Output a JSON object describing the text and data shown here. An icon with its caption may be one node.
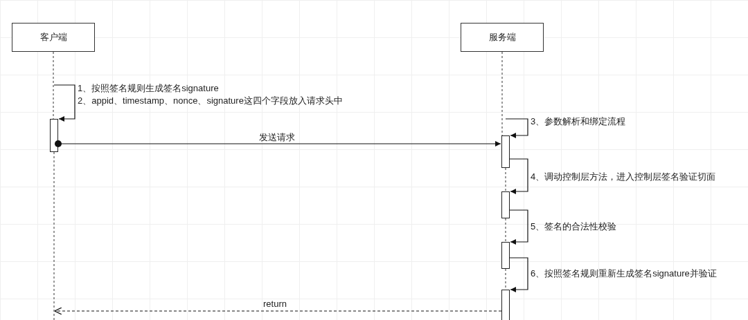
{
  "diagram": {
    "nodes": [
      {
        "text": [
          "客户端"
        ]
      },
      {
        "text": [
          "服务端"
        ]
      },
      {
        "text": [],
        "shape": "bar"
      },
      {
        "text": [],
        "shape": "bar"
      },
      {
        "text": [],
        "shape": "bar"
      },
      {
        "text": [],
        "shape": "bar"
      },
      {
        "text": [],
        "shape": "bar"
      }
    ],
    "edges": [
      {
        "from": null,
        "to": 2,
        "arrow": "to",
        "label": "1、按照签名规则生成签名signature"
      },
      {
        "from": 2,
        "to": 3,
        "arrow": "to",
        "label": "发送请求"
      },
      {
        "from": null,
        "to": 3,
        "arrow": "to",
        "label": "3、参数解析和绑定流程"
      },
      {
        "from": 3,
        "to": 4,
        "arrow": "to",
        "label": "4、调动控制层方法，进入控制层签名验证切面"
      },
      {
        "from": 4,
        "to": 5,
        "arrow": "to",
        "label": "5、签名的合法性校验"
      },
      {
        "from": 5,
        "to": 6,
        "arrow": "to",
        "label": "6、按照签名规则重新生成签名signature并验证"
      },
      {
        "from": 6,
        "to": null,
        "arrow": "to",
        "label": "return",
        "style": "dashed"
      },
      {
        "from": 0,
        "to": 2,
        "arrow": "none",
        "style": "dashed"
      },
      {
        "from": 2,
        "to": null,
        "arrow": "none",
        "style": "dashed"
      },
      {
        "from": 1,
        "to": 3,
        "arrow": "none",
        "style": "dashed"
      },
      {
        "from": 3,
        "to": 4,
        "arrow": "none",
        "style": "dashed"
      },
      {
        "from": 4,
        "to": 5,
        "arrow": "none",
        "style": "dashed"
      },
      {
        "from": 5,
        "to": 6,
        "arrow": "none",
        "style": "dashed"
      }
    ],
    "labels": [
      "2、appid、timestamp、nonce、signature这四个字段放入请求头中"
    ]
  }
}
